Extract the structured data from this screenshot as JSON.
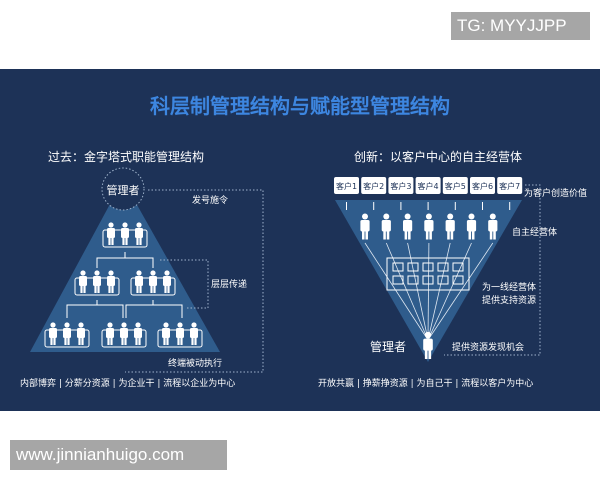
{
  "watermarks": {
    "top": "TG: MYYJJPP",
    "bottom": "www.jinnianhuigo.com"
  },
  "title": "科层制管理结构与赋能型管理结构",
  "colors": {
    "background": "#1d3257",
    "title": "#3d86e0",
    "shape": "#2f5c8c",
    "text": "#ffffff"
  },
  "left": {
    "heading": "过去：金字塔式职能管理结构",
    "manager": "管理者",
    "label_command": "发号施令",
    "label_relay": "层层传递",
    "label_execute": "终端被动执行",
    "footer": "内部博弈 | 分薪分资源 | 为企业干 | 流程以企业为中心"
  },
  "right": {
    "heading": "创新：以客户中心的自主经营体",
    "customers": [
      "客户1",
      "客户2",
      "客户3",
      "客户4",
      "客户5",
      "客户6",
      "客户7"
    ],
    "label_value": "为客户创造价值",
    "label_units": "自主经营体",
    "label_support_1": "为一线经营体",
    "label_support_2": "提供支持资源",
    "manager": "管理者",
    "label_opportunity": "提供资源发现机会",
    "footer": "开放共赢 | 挣薪挣资源 | 为自己干 | 流程以客户为中心"
  }
}
